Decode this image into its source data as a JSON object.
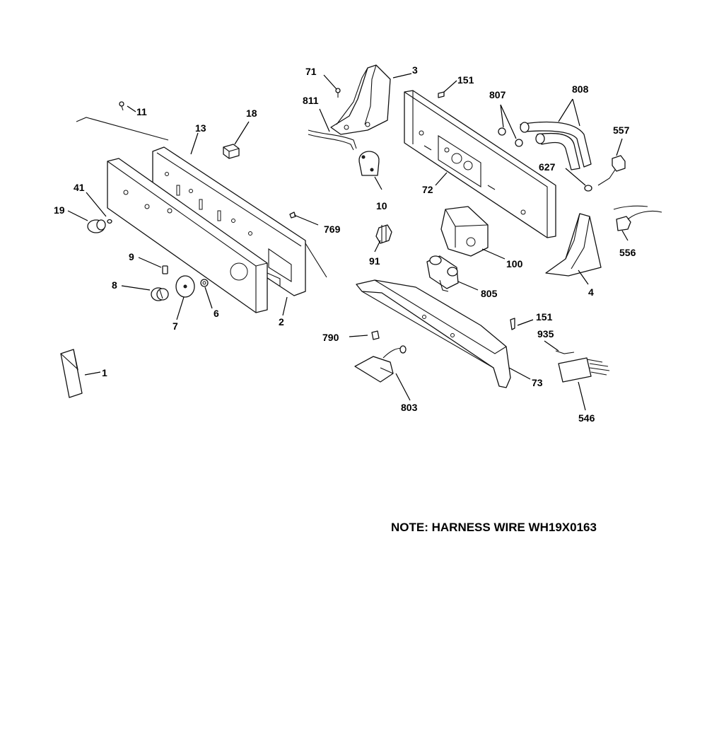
{
  "note": "NOTE: HARNESS WIRE WH19X0163",
  "callouts": {
    "c1": "1",
    "c2": "2",
    "c3": "3",
    "c4": "4",
    "c6": "6",
    "c7": "7",
    "c8": "8",
    "c9": "9",
    "c10": "10",
    "c11": "11",
    "c13": "13",
    "c18": "18",
    "c19": "19",
    "c41": "41",
    "c71": "71",
    "c72": "72",
    "c73": "73",
    "c91": "91",
    "c100": "100",
    "c151a": "151",
    "c151b": "151",
    "c546": "546",
    "c556": "556",
    "c557": "557",
    "c627": "627",
    "c769": "769",
    "c790": "790",
    "c803": "803",
    "c805": "805",
    "c807": "807",
    "c808": "808",
    "c811": "811",
    "c935": "935"
  }
}
